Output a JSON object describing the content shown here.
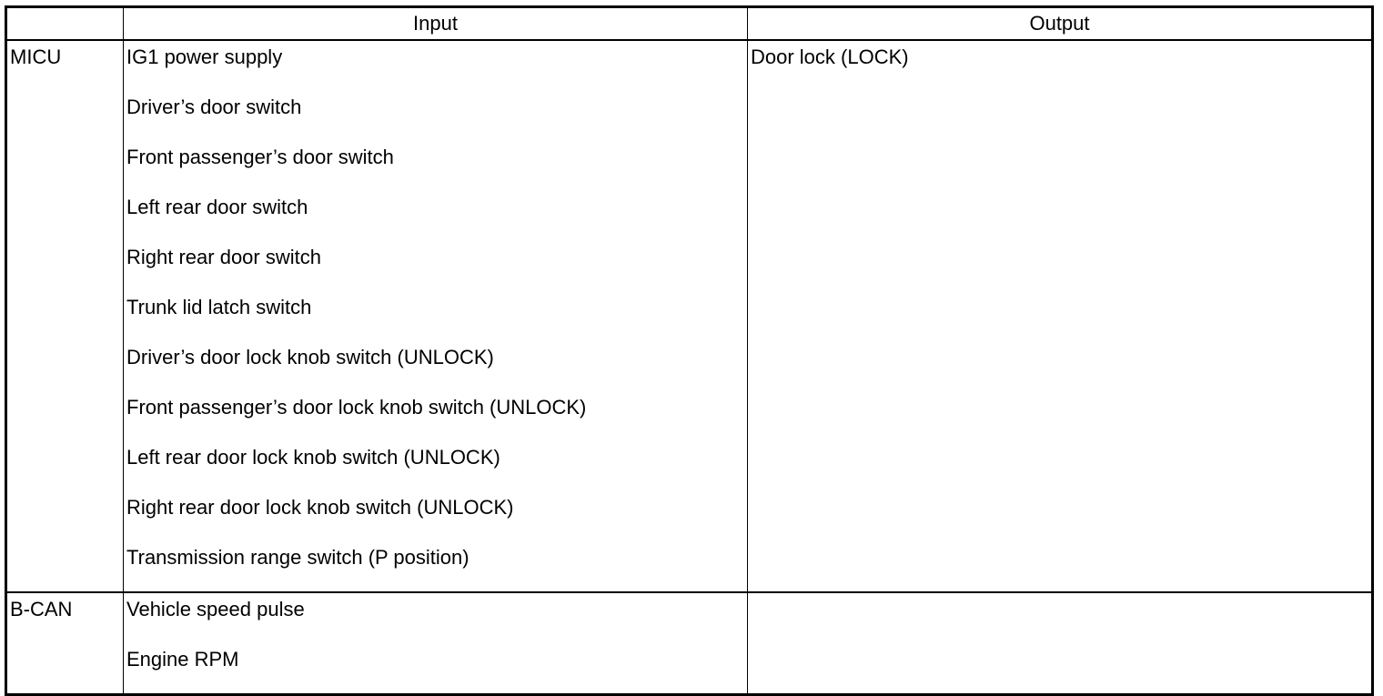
{
  "table": {
    "headers": [
      "",
      "Input",
      "Output"
    ],
    "rows": [
      {
        "unit": "MICU",
        "inputs": [
          "IG1 power supply",
          "Driver’s door switch",
          "Front passenger’s door switch",
          "Left rear door switch",
          "Right rear door switch",
          "Trunk lid latch switch",
          "Driver’s door lock knob switch (UNLOCK)",
          "Front passenger’s door lock knob switch (UNLOCK)",
          "Left rear door lock knob switch (UNLOCK)",
          "Right rear door lock knob switch (UNLOCK)",
          "Transmission range switch (P position)"
        ],
        "outputs": [
          "Door lock (LOCK)"
        ]
      },
      {
        "unit": "B-CAN",
        "inputs": [
          "Vehicle speed pulse",
          "Engine RPM"
        ],
        "outputs": []
      }
    ]
  }
}
